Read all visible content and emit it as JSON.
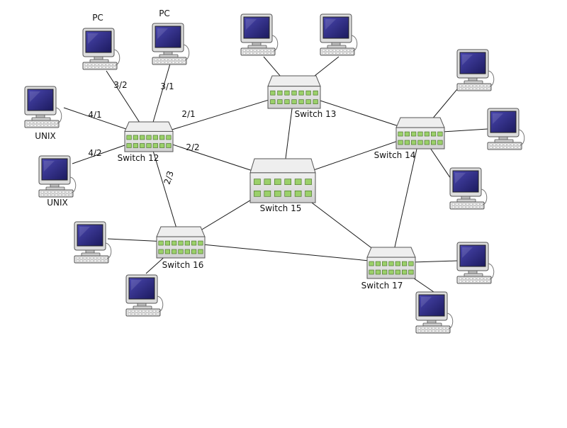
{
  "colors": {
    "link": "#1a1a1a",
    "switch_body": "#dcdcdc",
    "switch_top": "#eeeeee",
    "switch_outline": "#555555",
    "port_fill": "#9bd06a",
    "port_outline": "#3f6b1f",
    "monitor_frame": "#dddddd",
    "monitor_screen": "#2d2a80",
    "keyboard": "#e6e6e6"
  },
  "switches": [
    {
      "id": "s12",
      "label": "Switch 12"
    },
    {
      "id": "s13",
      "label": "Switch 13"
    },
    {
      "id": "s14",
      "label": "Switch 14"
    },
    {
      "id": "s15",
      "label": "Switch 15"
    },
    {
      "id": "s16",
      "label": "Switch 16"
    },
    {
      "id": "s17",
      "label": "Switch 17"
    }
  ],
  "hosts": [
    {
      "id": "pc-left",
      "label": "PC",
      "icon": "computer-icon"
    },
    {
      "id": "pc-right",
      "label": "PC",
      "icon": "computer-icon"
    },
    {
      "id": "unix-top",
      "label": "UNIX",
      "icon": "computer-icon"
    },
    {
      "id": "unix-bottom",
      "label": "UNIX",
      "icon": "computer-icon"
    },
    {
      "id": "h13a",
      "label": "",
      "icon": "computer-icon"
    },
    {
      "id": "h13b",
      "label": "",
      "icon": "computer-icon"
    },
    {
      "id": "h14a",
      "label": "",
      "icon": "computer-icon"
    },
    {
      "id": "h14b",
      "label": "",
      "icon": "computer-icon"
    },
    {
      "id": "h14c",
      "label": "",
      "icon": "computer-icon"
    },
    {
      "id": "h16a",
      "label": "",
      "icon": "computer-icon"
    },
    {
      "id": "h16b",
      "label": "",
      "icon": "computer-icon"
    },
    {
      "id": "h17a",
      "label": "",
      "icon": "computer-icon"
    },
    {
      "id": "h17b",
      "label": "",
      "icon": "computer-icon"
    }
  ],
  "links": [
    {
      "from": "s12",
      "to": "s13",
      "port": "2/1"
    },
    {
      "from": "s12",
      "to": "s15",
      "port": "2/2"
    },
    {
      "from": "s12",
      "to": "s16",
      "port": "2/3"
    },
    {
      "from": "s12",
      "to": "pc-left",
      "port": "3/2"
    },
    {
      "from": "s12",
      "to": "pc-right",
      "port": "3/1"
    },
    {
      "from": "s12",
      "to": "unix-top",
      "port": "4/1"
    },
    {
      "from": "s12",
      "to": "unix-bottom",
      "port": "4/2"
    },
    {
      "from": "s13",
      "to": "s15",
      "port": ""
    },
    {
      "from": "s13",
      "to": "s14",
      "port": ""
    },
    {
      "from": "s13",
      "to": "h13a",
      "port": ""
    },
    {
      "from": "s13",
      "to": "h13b",
      "port": ""
    },
    {
      "from": "s14",
      "to": "s15",
      "port": ""
    },
    {
      "from": "s14",
      "to": "s17",
      "port": ""
    },
    {
      "from": "s14",
      "to": "h14a",
      "port": ""
    },
    {
      "from": "s14",
      "to": "h14b",
      "port": ""
    },
    {
      "from": "s14",
      "to": "h14c",
      "port": ""
    },
    {
      "from": "s15",
      "to": "s16",
      "port": ""
    },
    {
      "from": "s15",
      "to": "s17",
      "port": ""
    },
    {
      "from": "s16",
      "to": "s17",
      "port": ""
    },
    {
      "from": "s16",
      "to": "h16a",
      "port": ""
    },
    {
      "from": "s16",
      "to": "h16b",
      "port": ""
    },
    {
      "from": "s17",
      "to": "h17a",
      "port": ""
    },
    {
      "from": "s17",
      "to": "h17b",
      "port": ""
    }
  ]
}
